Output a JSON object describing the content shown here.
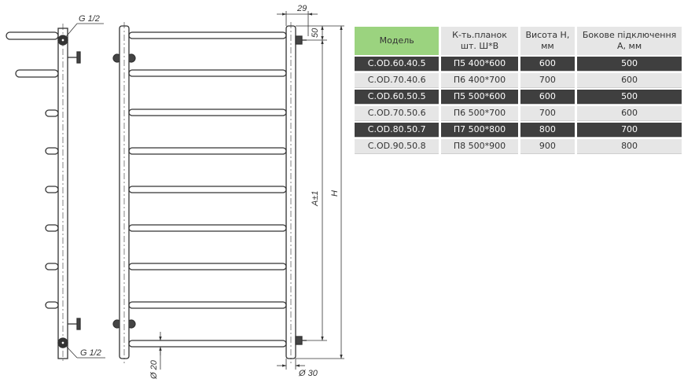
{
  "drawing": {
    "labels": {
      "inlet_top": "G 1/2",
      "inlet_bottom": "G 1/2",
      "dim_29": "29",
      "dim_50": "50",
      "dim_a": "A±1",
      "dim_h": "H",
      "dim_rung": "Ø 20",
      "dim_pipe": "Ø 30"
    }
  },
  "table": {
    "headers": [
      "Модель",
      "К-ть.планок шт. Ш*В",
      "Висота Н, мм",
      "Бокове підключення А, мм"
    ],
    "rows": [
      [
        "C.OD.60.40.5",
        "П5 400*600",
        "600",
        "500"
      ],
      [
        "C.OD.70.40.6",
        "П6 400*700",
        "700",
        "600"
      ],
      [
        "C.OD.60.50.5",
        "П5 500*600",
        "600",
        "500"
      ],
      [
        "C.OD.70.50.6",
        "П6 500*700",
        "700",
        "600"
      ],
      [
        "C.OD.80.50.7",
        "П7 500*800",
        "800",
        "700"
      ],
      [
        "C.OD.90.50.8",
        "П8 500*900",
        "900",
        "800"
      ]
    ]
  },
  "colors": {
    "header_accent": "#9bd37f",
    "row_dark": "#3f3f3f",
    "row_light": "#e6e6e6"
  }
}
